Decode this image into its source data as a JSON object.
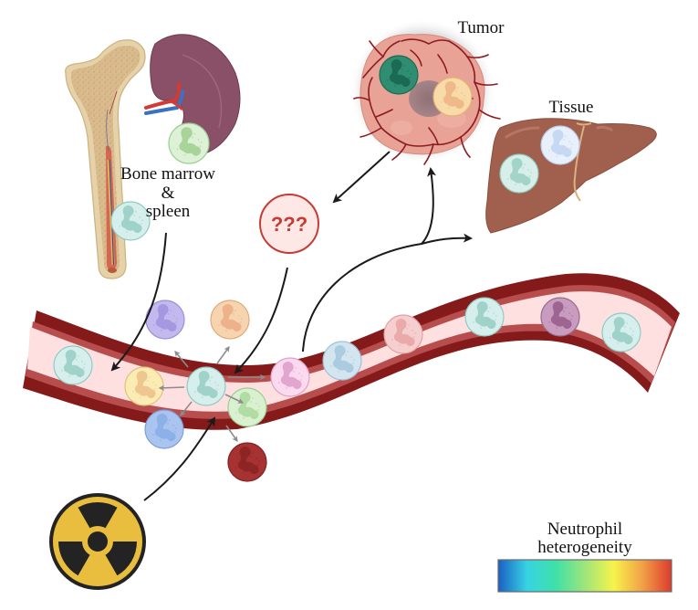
{
  "labels": {
    "source_line1": "Bone marrow",
    "source_line2": "&",
    "source_line3": "spleen",
    "tumor": "Tumor",
    "tissue": "Tissue",
    "unknown": "???",
    "legend_line1": "Neutrophil",
    "legend_line2": "heterogeneity"
  },
  "colors": {
    "vessel_outer": "#851a1a",
    "vessel_mid": "#b84d4d",
    "vessel_lumen": "#fde0df",
    "arrow": "#1a1a1a",
    "minor_arrow": "#8c8c8c",
    "unknown_stroke": "#c73a35",
    "unknown_fill": "#fde8e6",
    "radiation_fill": "#e9bd3e",
    "radiation_dark": "#232323"
  },
  "legend": {
    "gradient_stops": [
      "#1a5fc4",
      "#37d4e3",
      "#3fe0a8",
      "#9ee57a",
      "#f7f34b",
      "#f2a046",
      "#dd3a2e"
    ]
  },
  "neutrophils": {
    "spleen": {
      "fill": "#dcf1d6",
      "stroke": "#9ccf92",
      "nucleus": "#a8d49a"
    },
    "bone": {
      "fill": "#d7efec",
      "stroke": "#8ecbc2",
      "nucleus": "#9fd2c9"
    },
    "tumor_dark": {
      "fill": "#2f8e72",
      "stroke": "#1b6b52",
      "nucleus": "#1b6b54"
    },
    "tumor_light": {
      "fill": "#f8dba8",
      "stroke": "#e2b574",
      "nucleus": "#f0b98a"
    },
    "tissue_white": {
      "fill": "#e8f0fb",
      "stroke": "#b9cde8",
      "nucleus": "#c6d8f2"
    },
    "tissue_teal": {
      "fill": "#d7efe8",
      "stroke": "#8ecbc0",
      "nucleus": "#a2d5c8"
    },
    "vessel_left": {
      "fill": "#d7efec",
      "stroke": "#8ecbc2",
      "nucleus": "#9fd2c9"
    },
    "violet": {
      "fill": "#c3b9ee",
      "stroke": "#9c8fdb",
      "nucleus": "#a598e0"
    },
    "orange": {
      "fill": "#f7d4b0",
      "stroke": "#e0aa78",
      "nucleus": "#eeb28a"
    },
    "yellow": {
      "fill": "#faecb3",
      "stroke": "#e3c27a",
      "nucleus": "#efc690"
    },
    "center": {
      "fill": "#d7efec",
      "stroke": "#8ecbc2",
      "nucleus": "#9fd2c9"
    },
    "green": {
      "fill": "#d9f1d0",
      "stroke": "#9ccf8f",
      "nucleus": "#b1dca4"
    },
    "blue": {
      "fill": "#a9c4ef",
      "stroke": "#7c9edb",
      "nucleus": "#8eb0e8"
    },
    "dark_red": {
      "fill": "#a73232",
      "stroke": "#832222",
      "nucleus": "#8e2525"
    },
    "pink": {
      "fill": "#fbd9ef",
      "stroke": "#dea2cb",
      "nucleus": "#e2a5cf"
    },
    "light_blue": {
      "fill": "#d3e6ef",
      "stroke": "#9cc2d8",
      "nucleus": "#aacbe0"
    },
    "salmon": {
      "fill": "#f5cfcf",
      "stroke": "#e0a3a3",
      "nucleus": "#eaaaaa"
    },
    "teal_mid": {
      "fill": "#d7efec",
      "stroke": "#8ecbc2",
      "nucleus": "#9fd2c9"
    },
    "mauve": {
      "fill": "#c99bbf",
      "stroke": "#9a6b91",
      "nucleus": "#9e6592"
    },
    "teal_right": {
      "fill": "#d7efec",
      "stroke": "#8ecbc2",
      "nucleus": "#9fd2c9"
    }
  }
}
